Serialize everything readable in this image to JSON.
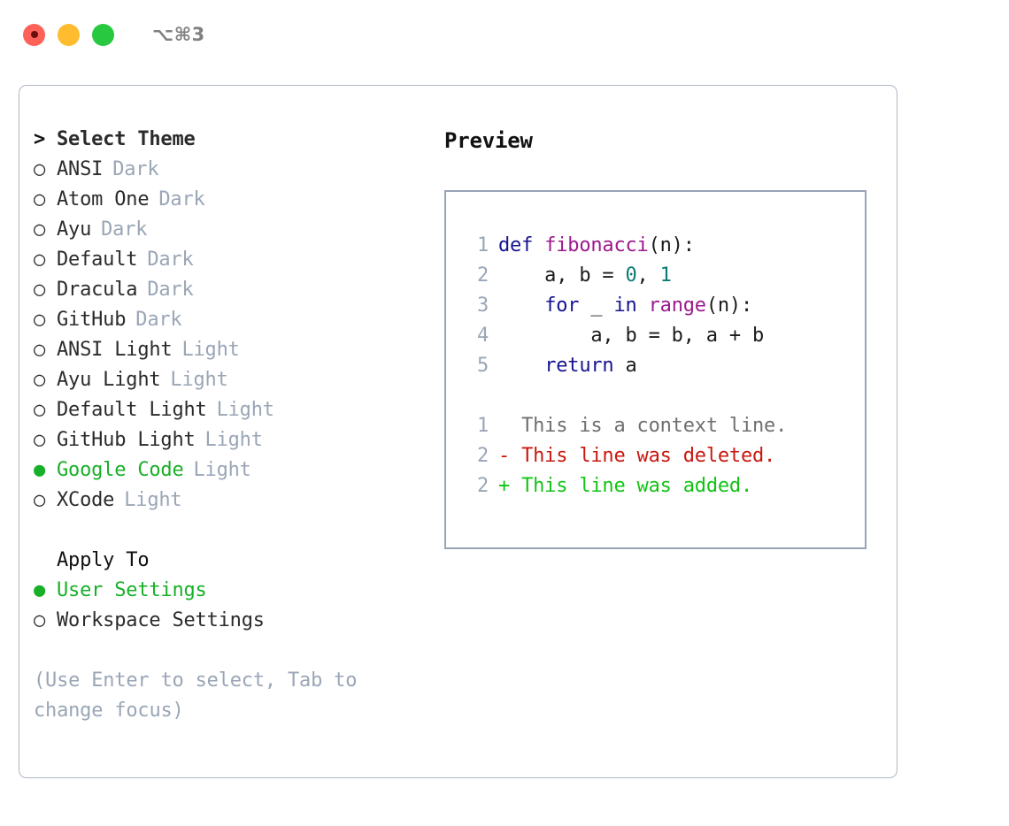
{
  "titlebar": {
    "lights": [
      {
        "name": "close-button",
        "color": "#fd6157"
      },
      {
        "name": "minimize-button",
        "color": "#febc2e"
      },
      {
        "name": "maximize-button",
        "color": "#28c840"
      }
    ],
    "shortcut": "⌥⌘3"
  },
  "theme_picker": {
    "caret": ">",
    "heading": "Select Theme",
    "bullet_unselected": "○",
    "bullet_selected": "●",
    "items": [
      {
        "label": "ANSI",
        "badge": "Dark",
        "selected": false
      },
      {
        "label": "Atom One",
        "badge": "Dark",
        "selected": false
      },
      {
        "label": "Ayu",
        "badge": "Dark",
        "selected": false
      },
      {
        "label": "Default",
        "badge": "Dark",
        "selected": false
      },
      {
        "label": "Dracula",
        "badge": "Dark",
        "selected": false
      },
      {
        "label": "GitHub",
        "badge": "Dark",
        "selected": false
      },
      {
        "label": "ANSI Light",
        "badge": "Light",
        "selected": false
      },
      {
        "label": "Ayu Light",
        "badge": "Light",
        "selected": false
      },
      {
        "label": "Default Light",
        "badge": "Light",
        "selected": false
      },
      {
        "label": "GitHub Light",
        "badge": "Light",
        "selected": false
      },
      {
        "label": "Google Code",
        "badge": "Light",
        "selected": true
      },
      {
        "label": "XCode",
        "badge": "Light",
        "selected": false
      }
    ]
  },
  "apply_to": {
    "heading": "Apply To",
    "items": [
      {
        "label": "User Settings",
        "selected": true
      },
      {
        "label": "Workspace Settings",
        "selected": false
      }
    ]
  },
  "hint": "(Use Enter to select, Tab to change focus)",
  "preview": {
    "title": "Preview",
    "code_lines": [
      {
        "number": "1",
        "tokens": [
          {
            "text": "def ",
            "type": "kw"
          },
          {
            "text": "fibonacci",
            "type": "fn"
          },
          {
            "text": "(n):",
            "type": "txt"
          }
        ]
      },
      {
        "number": "2",
        "tokens": [
          {
            "text": "    a, b = ",
            "type": "txt"
          },
          {
            "text": "0",
            "type": "num"
          },
          {
            "text": ", ",
            "type": "txt"
          },
          {
            "text": "1",
            "type": "num"
          }
        ]
      },
      {
        "number": "3",
        "tokens": [
          {
            "text": "    ",
            "type": "txt"
          },
          {
            "text": "for",
            "type": "kw"
          },
          {
            "text": " _ ",
            "type": "txt"
          },
          {
            "text": "in",
            "type": "kw"
          },
          {
            "text": " ",
            "type": "txt"
          },
          {
            "text": "range",
            "type": "fn"
          },
          {
            "text": "(n):",
            "type": "txt"
          }
        ]
      },
      {
        "number": "4",
        "tokens": [
          {
            "text": "        a, b = b, a + b",
            "type": "txt"
          }
        ]
      },
      {
        "number": "5",
        "tokens": [
          {
            "text": "    ",
            "type": "txt"
          },
          {
            "text": "return",
            "type": "kw"
          },
          {
            "text": " a",
            "type": "txt"
          }
        ]
      }
    ],
    "diff_lines": [
      {
        "number": "1",
        "marker": "  ",
        "text": "This is a context line.",
        "type": "ctx"
      },
      {
        "number": "2",
        "marker": "- ",
        "text": "This line was deleted.",
        "type": "del"
      },
      {
        "number": "2",
        "marker": "+ ",
        "text": "This line was added.",
        "type": "add"
      }
    ]
  },
  "colors": {
    "accent_green": "#18b028",
    "muted": "#9aa6b6",
    "border": "#97a4b5",
    "keyword": "#15148f",
    "function": "#9c1a8f",
    "number": "#0b7a73",
    "diff_deleted": "#c8180f",
    "diff_added": "#13c415"
  }
}
